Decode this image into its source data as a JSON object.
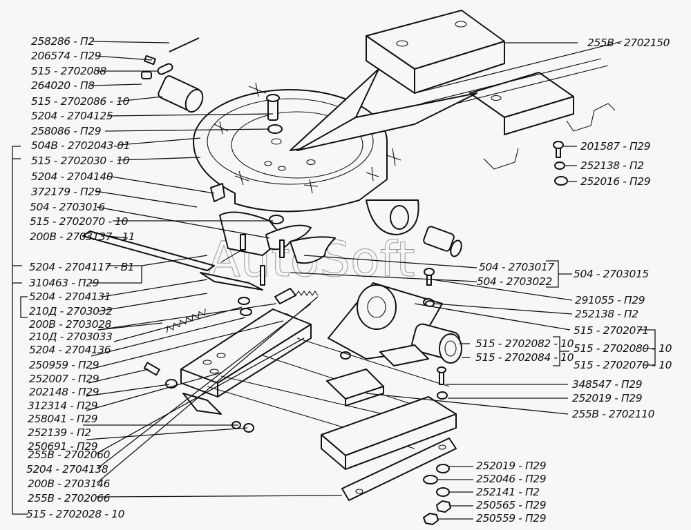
{
  "figure": {
    "type": "exploded-parts-diagram",
    "watermark": "AutoSoft",
    "colors": {
      "background": "#f7f7f7",
      "ink": "#111111",
      "watermark": "#9a9a9a"
    }
  },
  "labels_left": [
    "258286 - П2",
    "206574 - П29",
    "515 - 2702088",
    "264020 - П8",
    "515 - 2702086 - 10",
    "5204 - 2704125",
    "258086 - П29",
    "504В - 2702043-01",
    "515 - 2702030 - 10",
    "5204 - 2704140",
    "372179 - П29",
    "504 - 2703016",
    "515 - 2702070 - 10",
    "200В - 2703137 - 11",
    "5204 - 2704117 - В1",
    "310463 - П29",
    "5204 - 2704131",
    "210Д - 2703032",
    "200В - 2703028",
    "210Д - 2703033",
    "5204 - 2704136",
    "250959 - П29",
    "252007 - П29",
    "202148 - П29",
    "312314 - П29",
    "258041 - П29",
    "252139 - П2",
    "250691 - П29",
    "255В - 2702060",
    "5204 - 2704138",
    "200В - 2703146",
    "255В - 2702066",
    "515 - 2702028 - 10"
  ],
  "labels_right": [
    "255В - 2702150",
    "201587 - П29",
    "252138 - П2",
    "252016 - П29",
    "504 - 2703017",
    "504 - 2703022",
    "504 - 2703015",
    "291055 - П29",
    "252138 - П2",
    "515 - 2702071",
    "515 - 2702082 - 10",
    "515 - 2702084 - 10",
    "515 - 2702080 - 10",
    "515 - 2702070 - 10",
    "348547 - П29",
    "252019 - П29",
    "255В - 2702110",
    "252019 - П29",
    "252046 - П29",
    "252141 - П2",
    "250565 - П29",
    "250559 - П29"
  ]
}
